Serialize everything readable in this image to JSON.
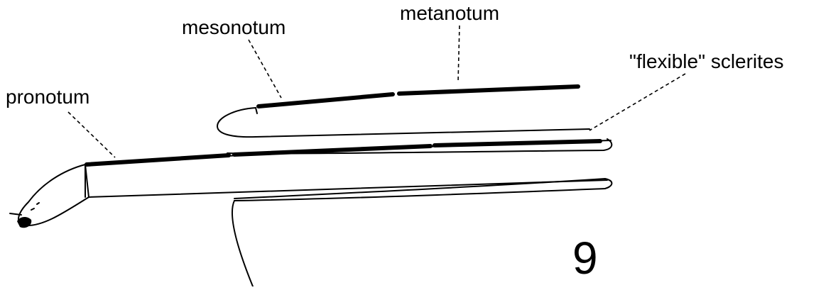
{
  "labels": {
    "pronotum": "pronotum",
    "mesonotum": "mesonotum",
    "metanotum": "metanotum",
    "flexible_sclerites": "\"flexible\" sclerites"
  },
  "figure_number": "9"
}
